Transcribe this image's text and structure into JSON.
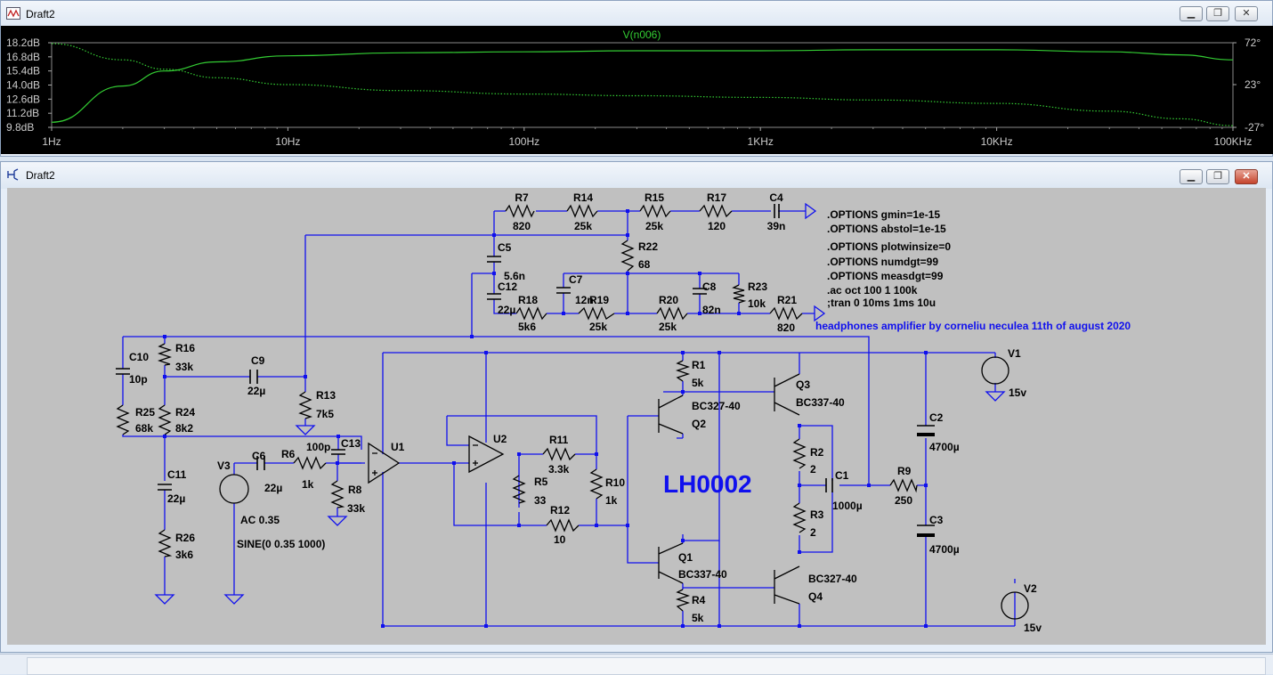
{
  "plot_window": {
    "title": "Draft2",
    "trace_label": "V(n006)",
    "y_left_ticks": [
      "18.2dB",
      "16.8dB",
      "15.4dB",
      "14.0dB",
      "12.6dB",
      "11.2dB",
      "9.8dB"
    ],
    "y_right_ticks": [
      "72°",
      "23°",
      "-27°"
    ],
    "x_ticks": [
      "1Hz",
      "10Hz",
      "100Hz",
      "1KHz",
      "10KHz",
      "100KHz"
    ],
    "buttons": {
      "minimize": "▁",
      "restore": "❐",
      "close": "✕"
    }
  },
  "chart_data": {
    "type": "line",
    "title": "V(n006)",
    "x_scale": "log",
    "xlim": [
      1,
      100000
    ],
    "ylim_left_db": [
      9.8,
      18.2
    ],
    "ylim_right_deg": [
      -27,
      72
    ],
    "grid": false,
    "series": [
      {
        "axis": "left",
        "style": "solid",
        "color": "#33cc33",
        "x": [
          1,
          2,
          3,
          5,
          10,
          30,
          100,
          300,
          1000,
          3000,
          10000,
          30000,
          60000,
          100000
        ],
        "y": [
          10.3,
          13.9,
          15.4,
          16.3,
          16.9,
          17.2,
          17.3,
          17.4,
          17.4,
          17.5,
          17.5,
          17.3,
          17.0,
          16.5
        ]
      },
      {
        "axis": "right",
        "style": "dotted",
        "color": "#33cc33",
        "x": [
          1,
          2,
          3,
          5,
          10,
          30,
          100,
          300,
          1000,
          3000,
          10000,
          30000,
          60000,
          100000
        ],
        "y": [
          71,
          52,
          41,
          31,
          23,
          16,
          12,
          10,
          8,
          5,
          1,
          -8,
          -17,
          -25
        ]
      }
    ]
  },
  "schematic_window": {
    "title": "Draft2",
    "buttons": {
      "minimize": "▁",
      "restore": "❐",
      "close": "✕"
    },
    "components": [
      {
        "id": "R7",
        "label": "R7",
        "value": "820"
      },
      {
        "id": "R14",
        "label": "R14",
        "value": "25k"
      },
      {
        "id": "R15",
        "label": "R15",
        "value": "25k"
      },
      {
        "id": "R17",
        "label": "R17",
        "value": "120"
      },
      {
        "id": "C4",
        "label": "C4",
        "value": "39n"
      },
      {
        "id": "R22",
        "label": "R22",
        "value": "68"
      },
      {
        "id": "C5",
        "label": "C5",
        "value": "5.6n"
      },
      {
        "id": "C12",
        "label": "C12",
        "value": "22µ"
      },
      {
        "id": "C7",
        "label": "C7",
        "value": "12n"
      },
      {
        "id": "R18",
        "label": "R18",
        "value": "5k6"
      },
      {
        "id": "R19",
        "label": "R19",
        "value": "25k"
      },
      {
        "id": "R20",
        "label": "R20",
        "value": "25k"
      },
      {
        "id": "C8",
        "label": "C8",
        "value": "82n"
      },
      {
        "id": "R23",
        "label": "R23",
        "value": "10k"
      },
      {
        "id": "R21",
        "label": "R21",
        "value": "820"
      },
      {
        "id": "C10",
        "label": "C10",
        "value": "10p"
      },
      {
        "id": "R16",
        "label": "R16",
        "value": "33k"
      },
      {
        "id": "C9",
        "label": "C9",
        "value": "22µ"
      },
      {
        "id": "R13",
        "label": "R13",
        "value": "7k5"
      },
      {
        "id": "R25",
        "label": "R25",
        "value": "68k"
      },
      {
        "id": "R24",
        "label": "R24",
        "value": "8k2"
      },
      {
        "id": "C11",
        "label": "C11",
        "value": "22µ"
      },
      {
        "id": "R26",
        "label": "R26",
        "value": "3k6"
      },
      {
        "id": "C6",
        "label": "C6",
        "value": "22µ"
      },
      {
        "id": "R6",
        "label": "R6",
        "value": "1k"
      },
      {
        "id": "C13",
        "label": "C13",
        "value": "100p"
      },
      {
        "id": "R8",
        "label": "R8",
        "value": "33k"
      },
      {
        "id": "R11",
        "label": "R11",
        "value": "3.3k"
      },
      {
        "id": "R5",
        "label": "R5",
        "value": "33"
      },
      {
        "id": "R10",
        "label": "R10",
        "value": "1k"
      },
      {
        "id": "R12",
        "label": "R12",
        "value": "10"
      },
      {
        "id": "R1",
        "label": "R1",
        "value": "5k"
      },
      {
        "id": "R4",
        "label": "R4",
        "value": "5k"
      },
      {
        "id": "R2",
        "label": "R2",
        "value": "2"
      },
      {
        "id": "R3",
        "label": "R3",
        "value": "2"
      },
      {
        "id": "C1",
        "label": "C1",
        "value": "1000µ"
      },
      {
        "id": "R9",
        "label": "R9",
        "value": "250"
      },
      {
        "id": "C2",
        "label": "C2",
        "value": "4700µ"
      },
      {
        "id": "C3",
        "label": "C3",
        "value": "4700µ"
      }
    ],
    "transistors": {
      "Q1": {
        "label": "Q1",
        "part": "BC337-40"
      },
      "Q2": {
        "label": "Q2",
        "part": "BC327-40"
      },
      "Q3": {
        "label": "Q3",
        "part": "BC337-40"
      },
      "Q4": {
        "label": "Q4",
        "part": "BC327-40"
      }
    },
    "opamps": {
      "U1": "U1",
      "U2": "U2"
    },
    "sources": {
      "V1": {
        "label": "V1",
        "value": "15v"
      },
      "V2": {
        "label": "V2",
        "value": "15v"
      },
      "V3": {
        "label": "V3",
        "ac": "AC 0.35",
        "sine": "SINE(0 0.35 1000)"
      }
    },
    "directives": [
      ".OPTIONS gmin=1e-15",
      ".OPTIONS abstol=1e-15",
      ".OPTIONS plotwinsize=0",
      ".OPTIONS numdgt=99",
      ".OPTIONS measdgt=99",
      " .ac oct 100 1 100k",
      ";tran 0 10ms 1ms 10u"
    ],
    "comment": "headphones amplifier by corneliu neculea 11th of august 2020",
    "big_label": "LH0002"
  }
}
